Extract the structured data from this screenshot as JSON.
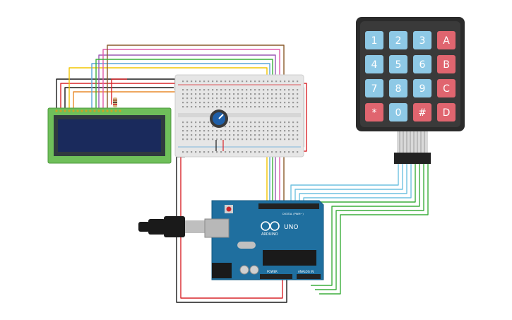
{
  "keypad": {
    "keys": [
      "1",
      "2",
      "3",
      "A",
      "4",
      "5",
      "6",
      "B",
      "7",
      "8",
      "9",
      "C",
      "*",
      "0",
      "#",
      "D"
    ],
    "colors": {
      "digit": "#8ec9e6",
      "letter": "#e0656f",
      "special": "#e0656f",
      "body": "#2b2b2b"
    }
  },
  "arduino": {
    "logo": "ARDUINO",
    "model": "UNO",
    "digital_label": "DIGITAL (PWM~)",
    "power_label": "POWER",
    "analog_label": "ANALOG IN",
    "board_color": "#1f6f9f"
  },
  "lcd": {
    "screen_color": "#1a2a5c",
    "pcb_color": "#6fbf5a"
  },
  "breadboard": {
    "color": "#e6e6e6"
  },
  "wires": {
    "red": "#d9252a",
    "black": "#1a1a1a",
    "yellow": "#f2c500",
    "blue": "#5aa6d8",
    "purple": "#9b59b6",
    "pink": "#e05aa8",
    "brown": "#8a5a2b",
    "green": "#3cae3c",
    "teal": "#6fc1e0"
  }
}
